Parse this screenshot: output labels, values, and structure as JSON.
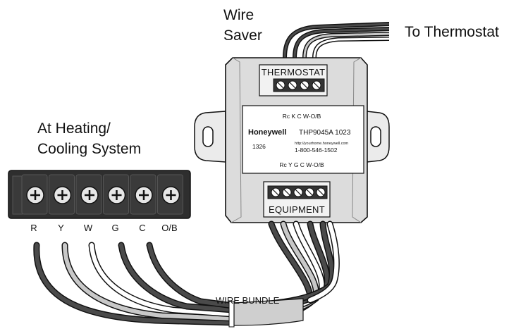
{
  "labels": {
    "wire_saver_line1": "Wire",
    "wire_saver_line2": "Saver",
    "to_thermostat": "To Thermostat",
    "heating_line1": "At Heating/",
    "heating_line2": "Cooling System",
    "wire_bundle": "WIRE BUNDLE"
  },
  "module": {
    "top_plate": "THERMOSTAT",
    "bottom_plate": "EQUIPMENT",
    "top_terminals": "Rc  K  C  W-O/B",
    "brand": "Honeywell",
    "model": "THP9045A 1023",
    "code": "1326",
    "url": "http://yourhome.honeywell.com",
    "phone": "1-800-546-1502",
    "bottom_terminals": "Rc  Y  G  C  W-O/B"
  },
  "terminal_block": {
    "terminals": [
      "R",
      "Y",
      "W",
      "G",
      "C",
      "O/B"
    ]
  },
  "wire_colors": {
    "dark": "#4a4a4a",
    "light": "#c8c8c8",
    "white": "#ffffff",
    "outline": "#111111"
  }
}
